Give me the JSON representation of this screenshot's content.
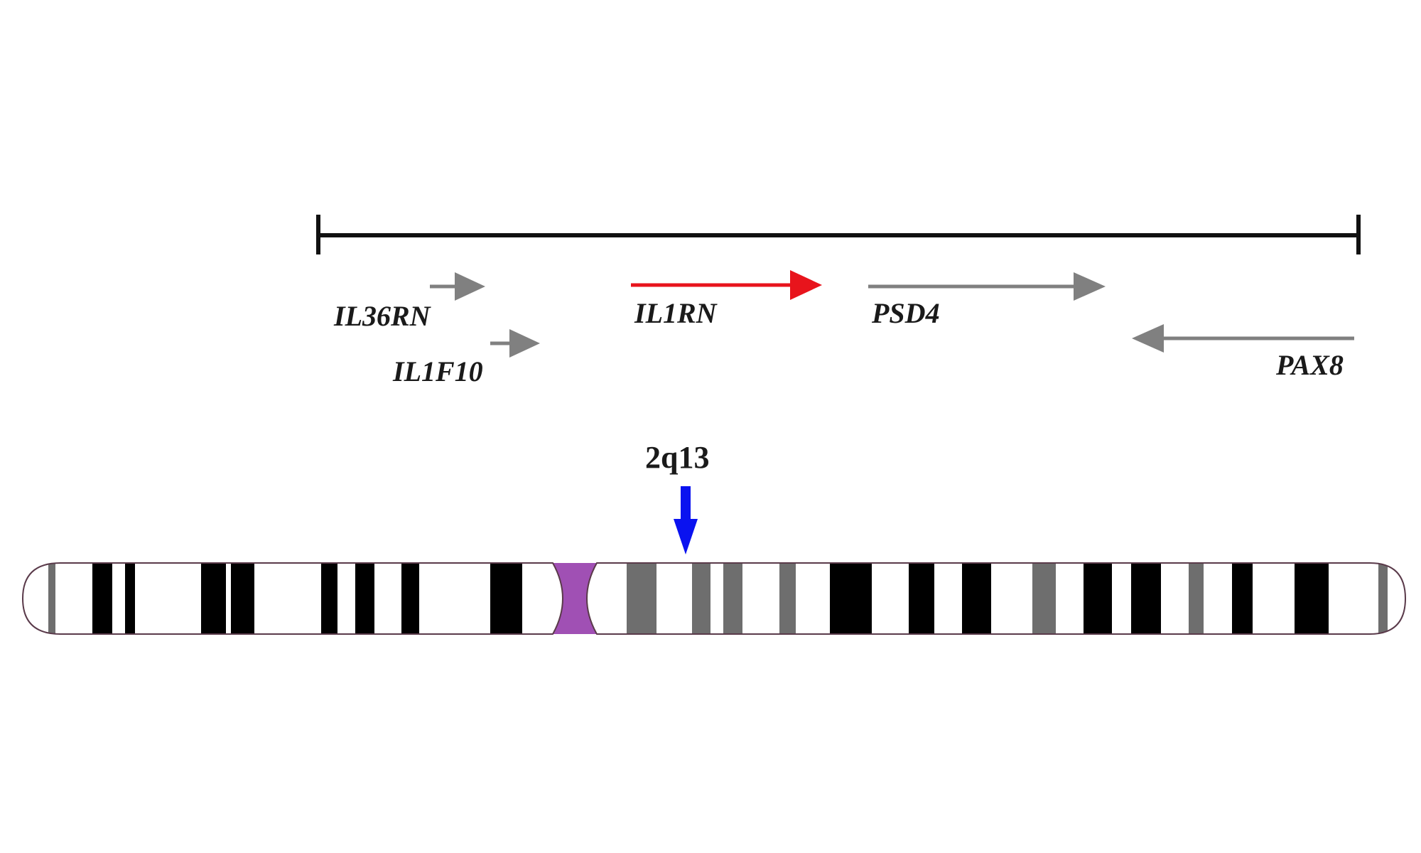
{
  "colors": {
    "background": "#ffffff",
    "scale_bar": "#111111",
    "gene_default": "#808080",
    "gene_highlight": "#e8141c",
    "pointer_arrow": "#0a12f0",
    "band_dark": "#000000",
    "band_gray": "#6e6e6e",
    "centromere": "#a050b4",
    "outline": "#5a3a4a"
  },
  "genes": [
    {
      "name": "IL36RN",
      "strand": "+",
      "highlight": false
    },
    {
      "name": "IL1F10",
      "strand": "+",
      "highlight": false
    },
    {
      "name": "IL1RN",
      "strand": "+",
      "highlight": true
    },
    {
      "name": "PSD4",
      "strand": "+",
      "highlight": false
    },
    {
      "name": "PAX8",
      "strand": "-",
      "highlight": false
    }
  ],
  "band_label": "2q13"
}
